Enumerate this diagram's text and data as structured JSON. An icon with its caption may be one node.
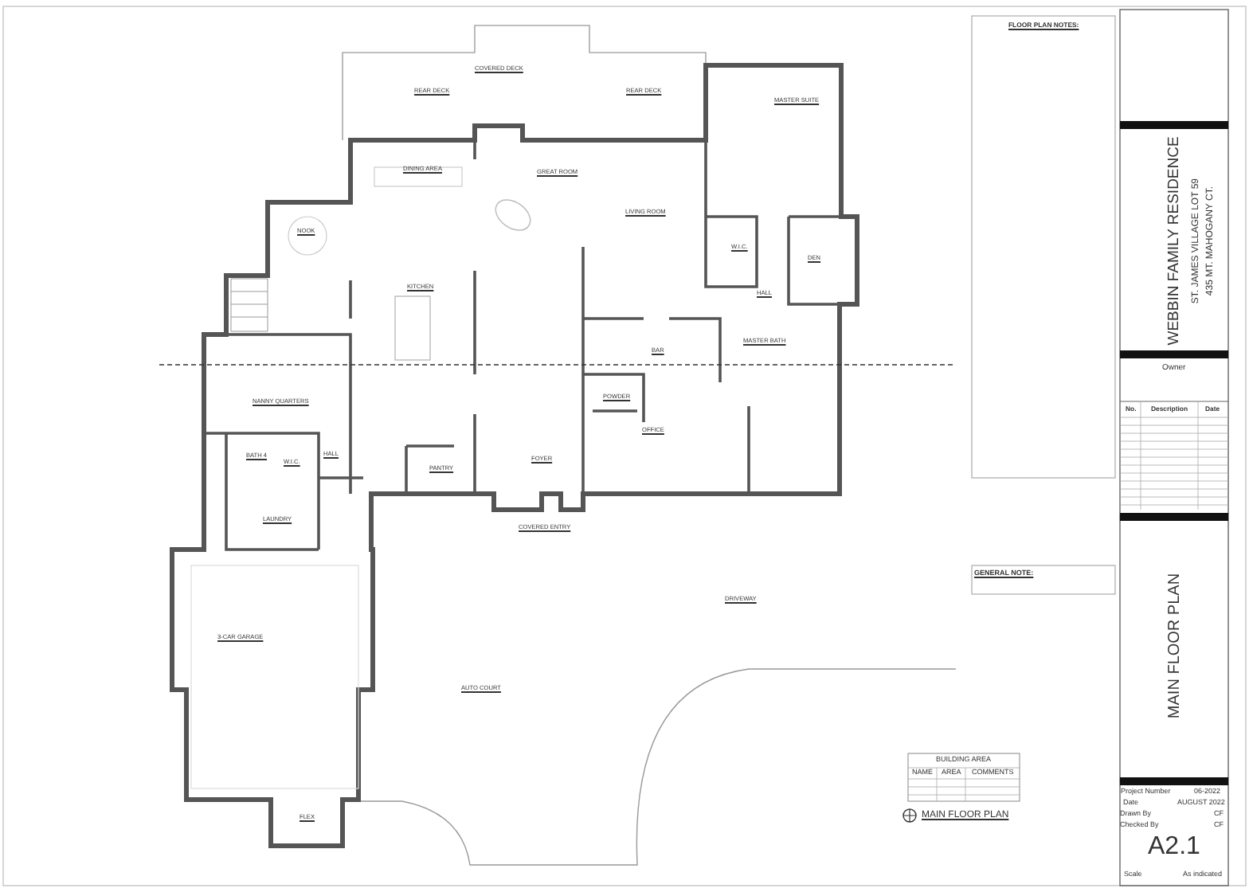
{
  "diagram": {
    "title": "WEBBIN FAMILY RESIDENCE",
    "labels": [
      "COVERED DECK",
      "REAR DECK",
      "REAR DECK",
      "MASTER SUITE",
      "DINING AREA",
      "GREAT ROOM",
      "LIVING ROOM",
      "NOOK",
      "W.I.C.",
      "DEN",
      "KITCHEN",
      "HALL",
      "BAR",
      "MASTER BATH",
      "NANNY QUARTERS",
      "POWDER",
      "OFFICE",
      "BATH 4",
      "W.I.C.",
      "HALL",
      "PANTRY",
      "FOYER",
      "LAUNDRY",
      "COVERED ENTRY",
      "DRIVEWAY",
      "3-CAR GARAGE",
      "AUTO COURT",
      "FLEX",
      "FLOOR PLAN NOTES:",
      "GENERAL NOTE:",
      "BUILDING AREA",
      "NAME",
      "AREA",
      "COMMENTS",
      "MAIN FLOOR PLAN",
      "ST. JAMES VILLAGE LOT 59",
      "435 MT. MAHOGANY CT.",
      "Owner",
      "No.",
      "Description",
      "Date",
      "MAIN FLOOR PLAN",
      "Project Number",
      "06-2022",
      "Date",
      "AUGUST 2022",
      "Drawn By",
      "CF",
      "Checked By",
      "CF",
      "A2.1",
      "Scale",
      "As indicated"
    ]
  }
}
